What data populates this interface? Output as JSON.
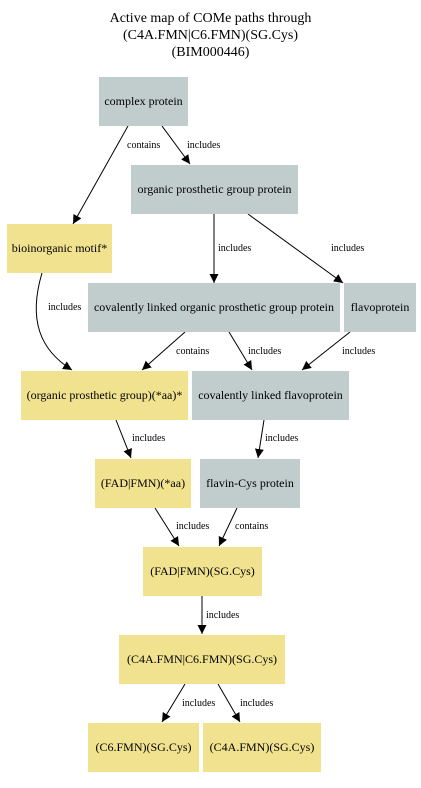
{
  "title": {
    "line1": "Active map of COMe paths through",
    "line2": "(C4A.FMN|C6.FMN)(SG.Cys)",
    "line3": "(BIM000446)"
  },
  "colors": {
    "grey_node": "#c1cccc",
    "yellow_node": "#f0e28e"
  },
  "nodes": {
    "complex_protein": "complex protein",
    "organic_prosthetic_group_protein": "organic prosthetic group protein",
    "bioinorganic_motif": "bioinorganic motif*",
    "covalently_linked_opg_protein": "covalently linked organic prosthetic group protein",
    "flavoprotein": "flavoprotein",
    "opg_aa": "(organic prosthetic group)(*aa)*",
    "covalently_linked_flavoprotein": "covalently linked flavoprotein",
    "fad_fmn_aa": "(FAD|FMN)(*aa)",
    "flavin_cys_protein": "flavin-Cys protein",
    "fad_fmn_sgcys": "(FAD|FMN)(SG.Cys)",
    "c4a_c6_fmn_sgcys": "(C4A.FMN|C6.FMN)(SG.Cys)",
    "c6_fmn_sgcys": "(C6.FMN)(SG.Cys)",
    "c4a_fmn_sgcys": "(C4A.FMN)(SG.Cys)"
  },
  "edges": {
    "e1": "contains",
    "e2": "includes",
    "e3": "includes",
    "e4": "includes",
    "e5": "includes",
    "e6": "contains",
    "e7": "includes",
    "e8": "includes",
    "e9": "includes",
    "e10": "includes",
    "e11": "includes",
    "e12": "contains",
    "e13": "includes",
    "e14": "includes",
    "e15": "includes"
  }
}
